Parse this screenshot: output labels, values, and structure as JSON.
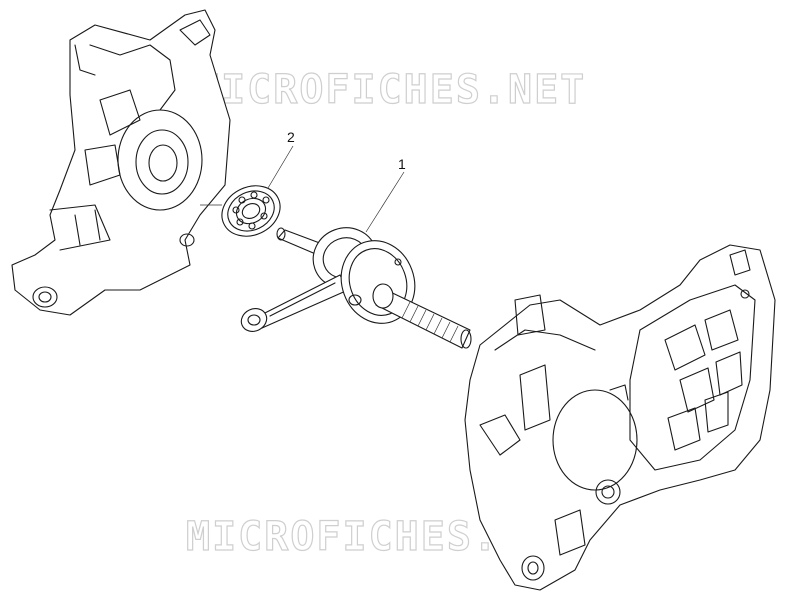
{
  "watermark": {
    "text": "MICROFICHES.NET"
  },
  "callouts": [
    {
      "label": "1"
    },
    {
      "label": "2"
    }
  ]
}
